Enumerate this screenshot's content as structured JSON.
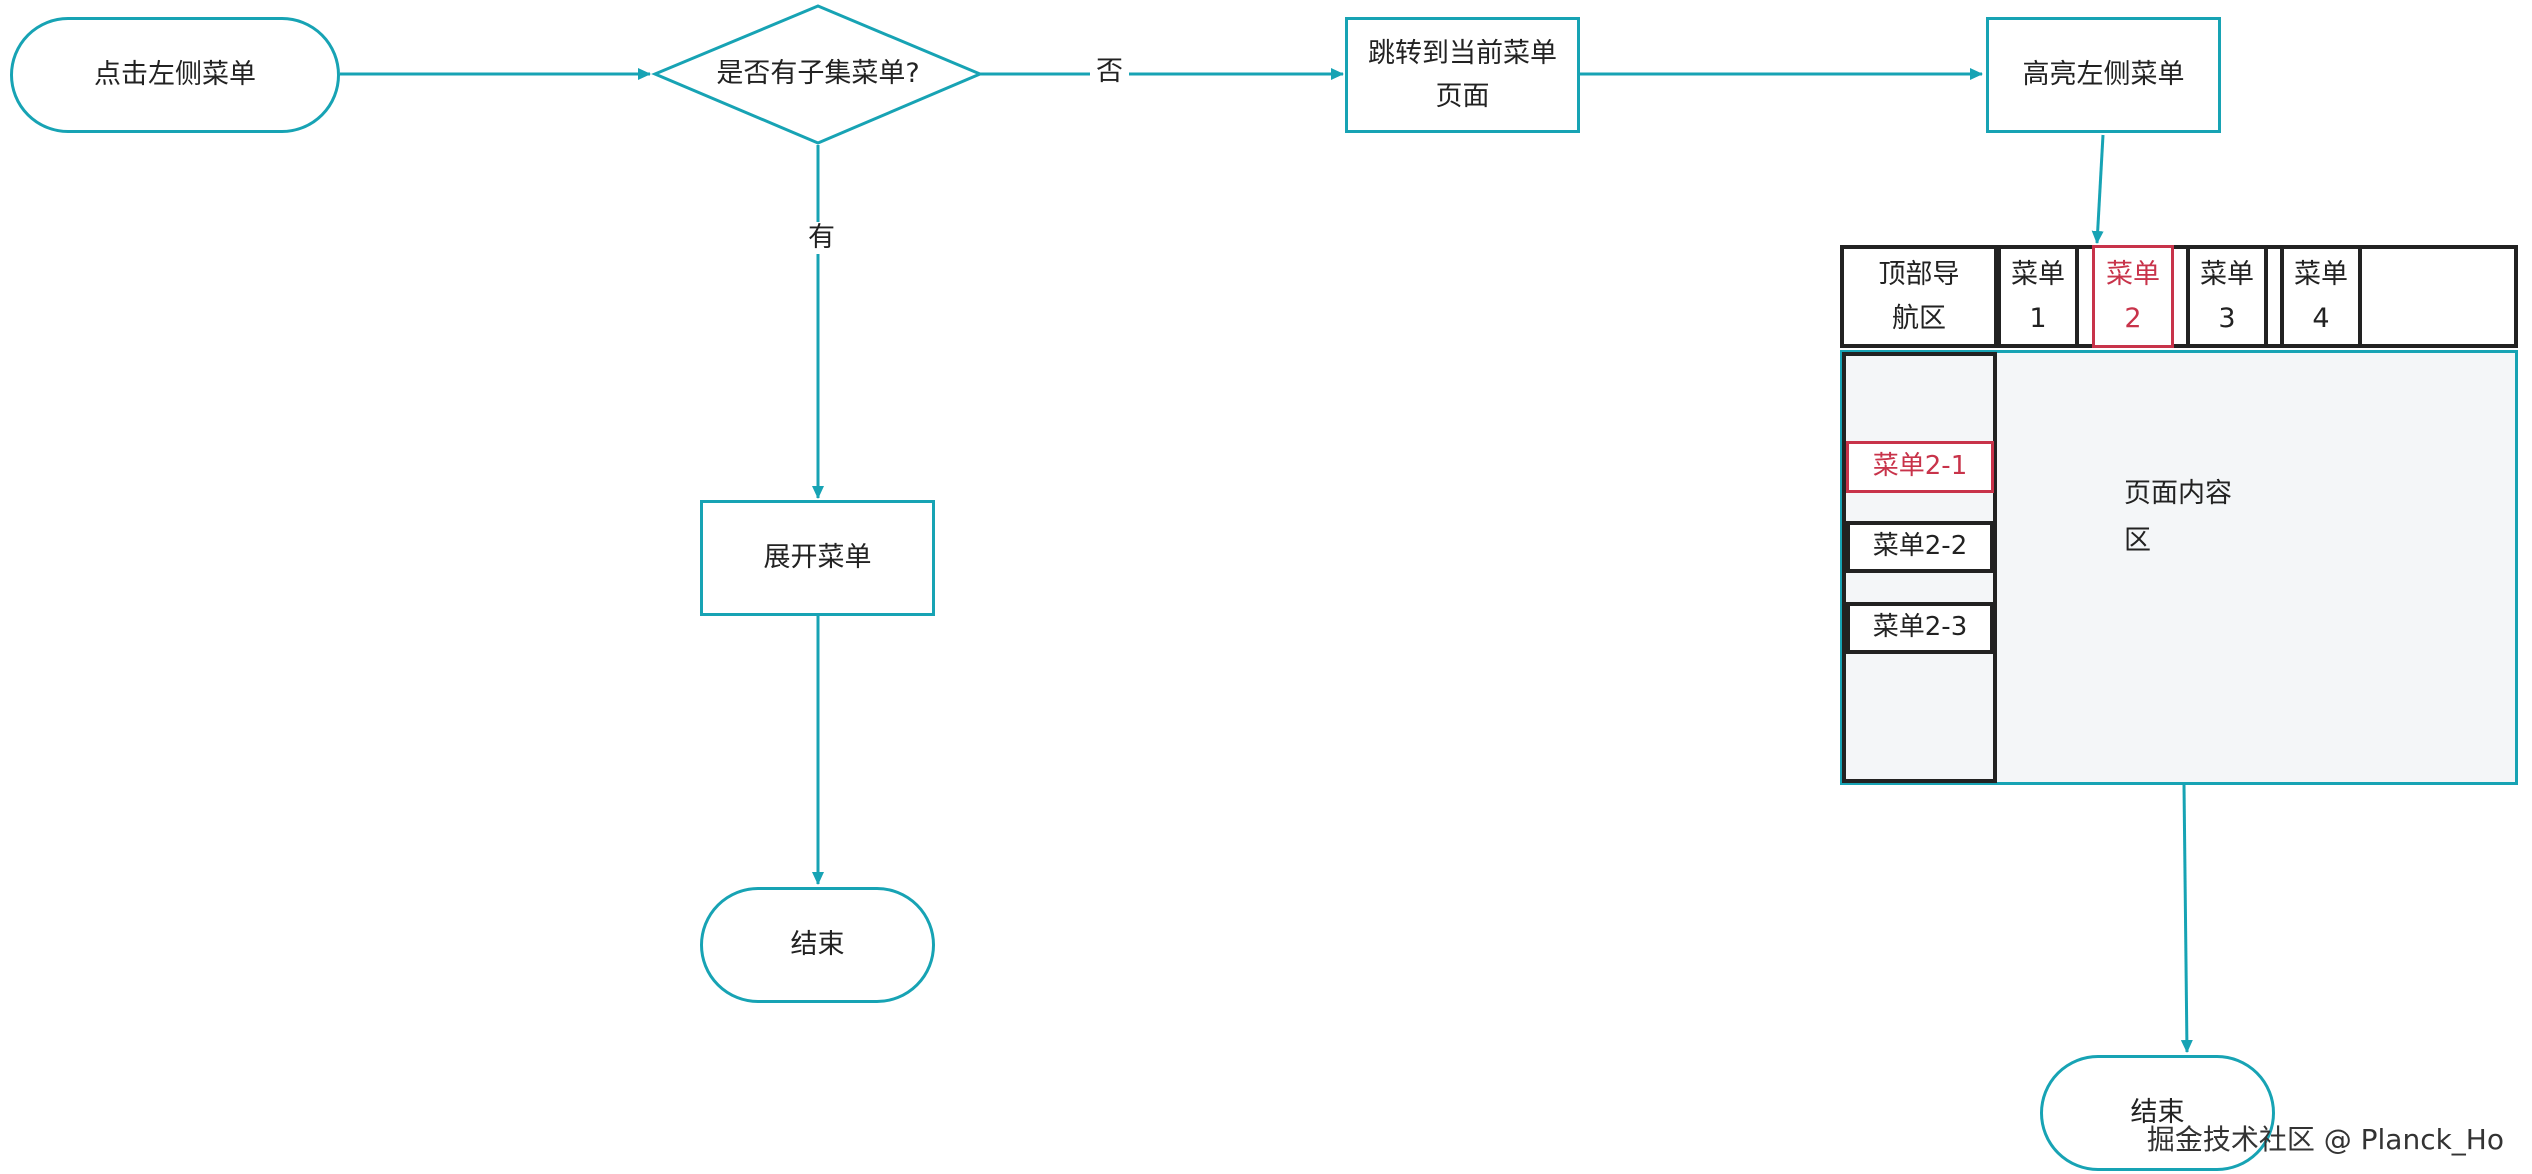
{
  "flow": {
    "start": "点击左侧菜单",
    "decision": "是否有子集菜单?",
    "no_label": "否",
    "yes_label": "有",
    "jump": "跳转到当前菜单页面",
    "highlight": "高亮左侧菜单",
    "expand": "展开菜单",
    "end_left": "结束",
    "end_right": "结束"
  },
  "mock": {
    "top_nav": "顶部导航区",
    "menus": [
      "菜单1",
      "菜单2",
      "菜单3",
      "菜单4"
    ],
    "active_menu_index": 1,
    "side_items": [
      "菜单2-1",
      "菜单2-2",
      "菜单2-3"
    ],
    "active_side_index": 0,
    "content": "页面内容区"
  },
  "watermark": "掘金技术社区 @ Planck_Ho",
  "colors": {
    "teal": "#17a3b4",
    "highlight": "#c8334a",
    "dark": "#222222",
    "panel_bg": "#f4f6f8"
  }
}
